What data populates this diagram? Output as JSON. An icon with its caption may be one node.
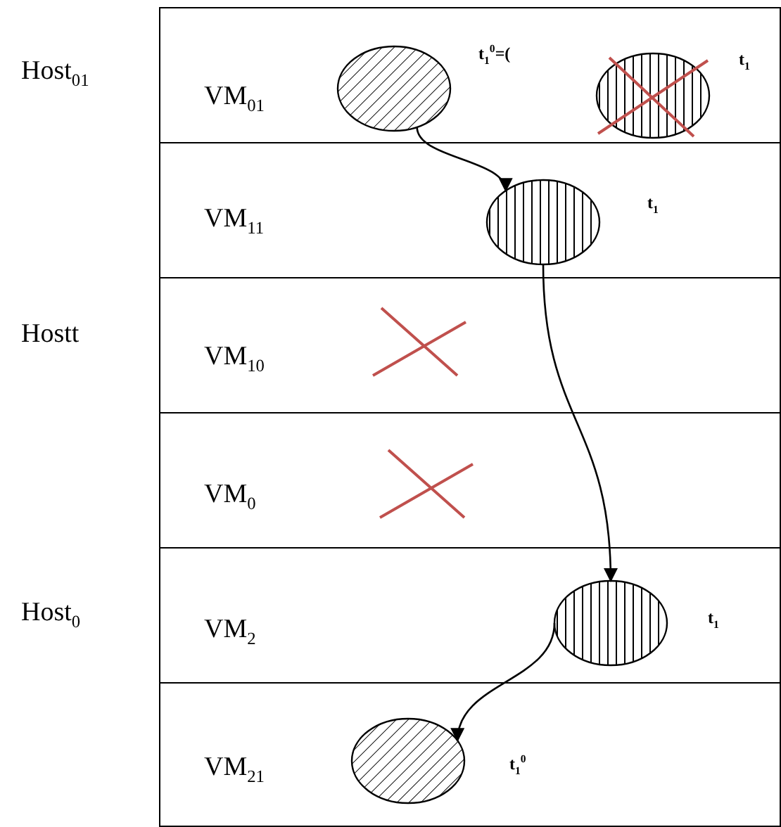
{
  "diagram": {
    "nodes": [
      {
        "text": [],
        "shape": "ellipse",
        "beside": [
          "t$_{1}$$^{0}$=("
        ]
      },
      {
        "text": [],
        "shape": "ellipse",
        "beside": [
          "t$_{1}$"
        ]
      },
      {
        "text": [],
        "shape": "ellipse",
        "beside": [
          "t$_{1}$"
        ]
      },
      {
        "text": [],
        "shape": "ellipse",
        "beside": [
          "t$_{1}$"
        ]
      },
      {
        "text": [],
        "shape": "ellipse",
        "beside": [
          "t$_{1}$$^{0}$"
        ]
      }
    ],
    "edges": [
      {
        "from": 0,
        "to": 2,
        "arrow": "to"
      },
      {
        "from": 2,
        "to": 3,
        "arrow": "to"
      },
      {
        "from": 3,
        "to": 4,
        "arrow": "to"
      }
    ],
    "labels": [
      "Host$_{01}$",
      "VM$_{01}$",
      "VM$_{11}$",
      "Hostt",
      "VM$_{10}$",
      "VM$_{0}$",
      "Host$_{0}$",
      "VM$_{2}$",
      "VM$_{21}$"
    ]
  }
}
